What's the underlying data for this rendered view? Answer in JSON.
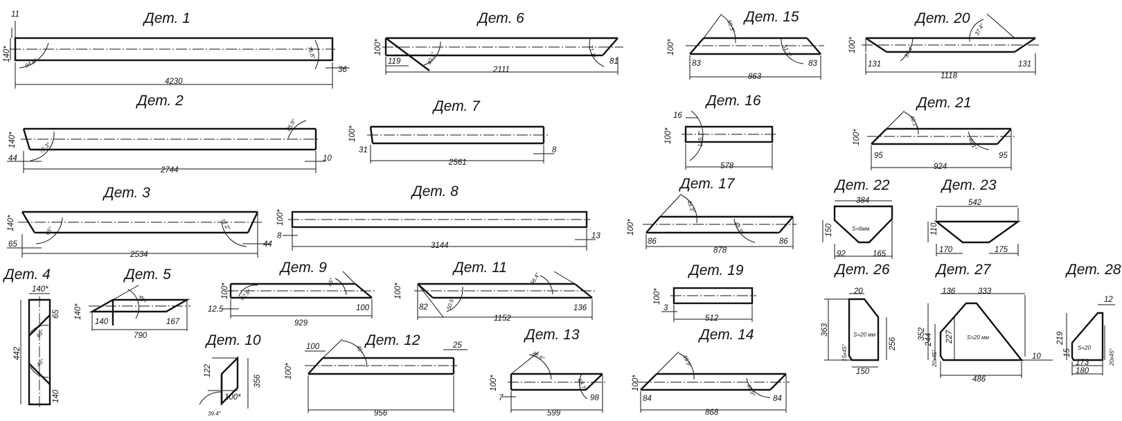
{
  "parts": [
    {
      "title": "Дет. 1",
      "dims": [
        "4230",
        "11",
        "140*",
        "94.8°",
        "75.8°",
        "36"
      ]
    },
    {
      "title": "Дет. 2",
      "dims": [
        "2744",
        "140*",
        "44",
        "72.3°",
        "85.9°",
        "10"
      ]
    },
    {
      "title": "Дет. 3",
      "dims": [
        "2534",
        "140*",
        "65",
        "65°",
        "77.2°",
        "44"
      ]
    },
    {
      "title": "Дет. 4",
      "dims": [
        "140*",
        "65",
        "442",
        "65°",
        "45°",
        "140"
      ]
    },
    {
      "title": "Дет. 5",
      "dims": [
        "140*",
        "45°",
        "140",
        "790",
        "167"
      ]
    },
    {
      "title": "Дет. 6",
      "dims": [
        "100*",
        "119",
        "40.1°",
        "2111",
        "71.7°",
        "81"
      ]
    },
    {
      "title": "Дет. 7",
      "dims": [
        "100*",
        "31",
        "2561",
        "8"
      ]
    },
    {
      "title": "Дет. 8",
      "dims": [
        "100*",
        "8",
        "3144",
        "13"
      ]
    },
    {
      "title": "Дет. 9",
      "dims": [
        "100*",
        "12.5",
        "82.8°",
        "45°",
        "929",
        "100"
      ]
    },
    {
      "title": "Дет. 10",
      "dims": [
        "122",
        "356",
        "100*",
        "39.4°"
      ]
    },
    {
      "title": "Дет. 11",
      "dims": [
        "100*",
        "82",
        "50.5°",
        "56.4°",
        "1152",
        "136"
      ]
    },
    {
      "title": "Дет. 12",
      "dims": [
        "100",
        "100*",
        "45°",
        "956",
        "25"
      ]
    },
    {
      "title": "Дет. 13",
      "dims": [
        "100*",
        "85.6°",
        "63.7°",
        "7",
        "599",
        "98"
      ]
    },
    {
      "title": "Дет. 14",
      "dims": [
        "100*",
        "49.9°",
        "49.9°",
        "84",
        "868",
        "84"
      ]
    },
    {
      "title": "Дет. 15",
      "dims": [
        "100*",
        "50.3°",
        "51.3°",
        "83",
        "863",
        "83"
      ]
    },
    {
      "title": "Дет. 16",
      "dims": [
        "16",
        "100*",
        "145.7°",
        "578"
      ]
    },
    {
      "title": "Дет. 17",
      "dims": [
        "100*",
        "49.3°",
        "48.3°",
        "86",
        "878",
        "86"
      ]
    },
    {
      "title": "Дет. 19",
      "dims": [
        "100*",
        "3",
        "512"
      ]
    },
    {
      "title": "Дет. 20",
      "dims": [
        "100*",
        "37.4°",
        "37.4°",
        "131",
        "1118",
        "131"
      ]
    },
    {
      "title": "Дет. 21",
      "dims": [
        "100*",
        "46.1°",
        "46.1°",
        "95",
        "924",
        "95"
      ]
    },
    {
      "title": "Дет. 22",
      "dims": [
        "384",
        "150",
        "S=6мм",
        "92",
        "165"
      ]
    },
    {
      "title": "Дет. 23",
      "dims": [
        "542",
        "110",
        "170",
        "175"
      ]
    },
    {
      "title": "Дет. 26",
      "dims": [
        "20",
        "363",
        "S=20 мм",
        "256",
        "15х45°",
        "150"
      ]
    },
    {
      "title": "Дет. 27",
      "dims": [
        "136",
        "333",
        "352",
        "244",
        "227",
        "S=20 мм",
        "20х45°",
        "486",
        "10"
      ]
    },
    {
      "title": "Дет. 28",
      "dims": [
        "12",
        "219",
        "15",
        "S=20",
        "173",
        "180",
        "20х45°"
      ]
    }
  ]
}
